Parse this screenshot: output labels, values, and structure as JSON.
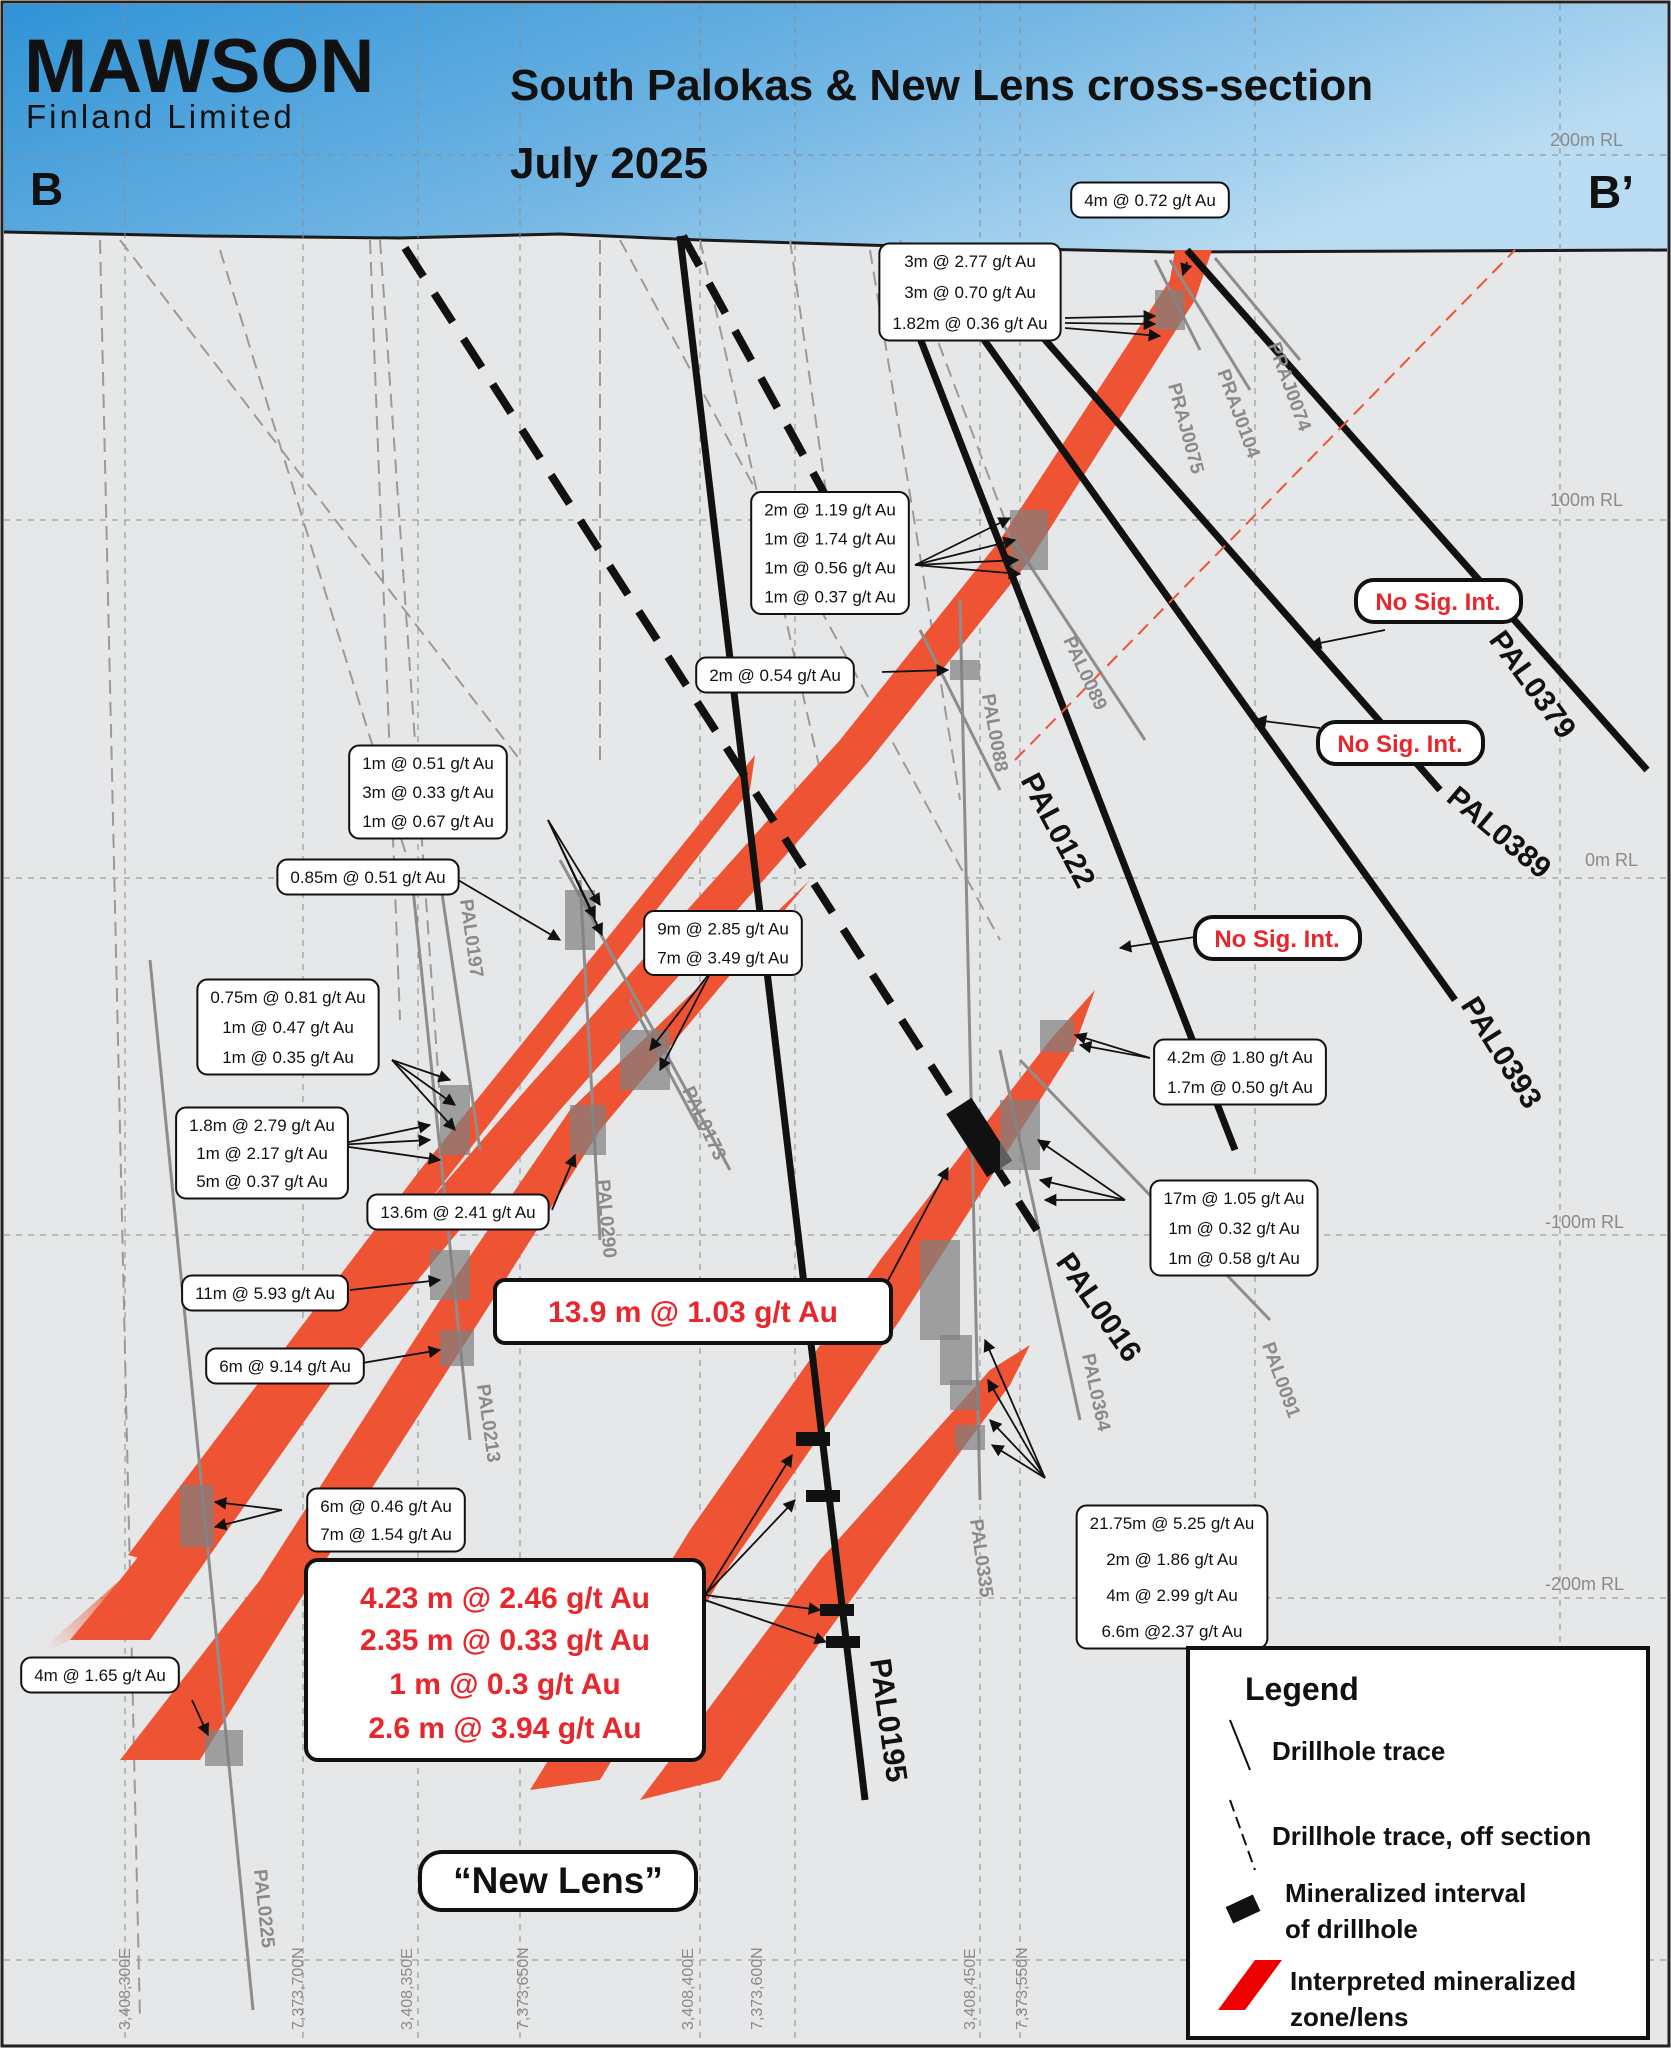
{
  "header": {
    "company_main": "MAWSON",
    "company_sub": "Finland Limited",
    "title_line1": "South Palokas & New Lens cross-section",
    "title_line2": "July 2025",
    "section_start": "B",
    "section_end": "B’"
  },
  "rl_labels": [
    "200m RL",
    "100m RL",
    "0m RL",
    "-100m RL",
    "-200m RL"
  ],
  "coordinates": [
    "3,408,300E",
    "7,373,700N",
    "3,408,350E",
    "7,373,650N",
    "3,408,400E",
    "7,373,600N",
    "3,408,450E",
    "7,373,550N"
  ],
  "drillholes_main": [
    "PAL0379",
    "PAL0389",
    "PAL0393",
    "PAL0122",
    "PAL0016",
    "PAL0195"
  ],
  "drillholes_minor": [
    "PRAJ0074",
    "PRAJ0104",
    "PRAJ0075",
    "PAL0089",
    "PAL0088",
    "PAL0197",
    "PAL0173",
    "PAL0290",
    "PAL0213",
    "PAL0364",
    "PAL0091",
    "PAL0335",
    "PAL0225"
  ],
  "no_sig": "No Sig. Int.",
  "intercepts": {
    "b_top": [
      "4m @ 0.72 g/t Au"
    ],
    "b_praj": [
      "3m @ 2.77 g/t Au",
      "3m @ 0.70 g/t Au",
      "1.82m @ 0.36 g/t Au"
    ],
    "b_upper": [
      "2m @ 1.19 g/t Au",
      "1m @ 1.74 g/t Au",
      "1m @ 0.56 g/t Au",
      "1m @ 0.37 g/t Au"
    ],
    "b_054": [
      "2m @ 0.54 g/t Au"
    ],
    "b_mid": [
      "1m @ 0.51 g/t Au",
      "3m @ 0.33 g/t Au",
      "1m @ 0.67 g/t Au"
    ],
    "b_085": [
      "0.85m @ 0.51 g/t Au"
    ],
    "b_173": [
      "9m @ 2.85 g/t Au",
      "7m @ 3.49 g/t Au"
    ],
    "b_075": [
      "0.75m @ 0.81 g/t Au",
      "1m @ 0.47 g/t Au",
      "1m @ 0.35 g/t Au"
    ],
    "b_18": [
      "1.8m @ 2.79 g/t Au",
      "1m @ 2.17 g/t Au",
      "5m @ 0.37 g/t Au"
    ],
    "b_42": [
      "4.2m @ 1.80 g/t Au",
      "1.7m @ 0.50 g/t Au"
    ],
    "b_136": [
      "13.6m @ 2.41 g/t Au"
    ],
    "b_17": [
      "17m @ 1.05 g/t Au",
      "1m @ 0.32 g/t Au",
      "1m @ 0.58 g/t Au"
    ],
    "b_11": [
      "11m @ 5.93 g/t Au"
    ],
    "b_6m": [
      "6m @ 9.14 g/t Au"
    ],
    "b_pal0016": [
      "13.9 m @ 1.03 g/t Au"
    ],
    "b_046": [
      "6m @ 0.46 g/t Au",
      "7m @ 1.54 g/t Au"
    ],
    "b_2175": [
      "21.75m @ 5.25 g/t Au",
      "2m @ 1.86 g/t Au",
      "4m @ 2.99 g/t Au",
      "6.6m @2.37 g/t Au"
    ],
    "b_165": [
      "4m @ 1.65 g/t Au"
    ],
    "b_pal0195": [
      "4.23 m @ 2.46 g/t Au",
      "2.35 m @ 0.33 g/t Au",
      "1 m @ 0.3 g/t Au",
      "2.6 m @ 3.94 g/t Au"
    ]
  },
  "new_lens": "“New Lens”",
  "legend": {
    "title": "Legend",
    "items": [
      "Drillhole trace",
      "Drillhole trace, off section",
      "Mineralized interval",
      "of drillhole",
      "Interpreted mineralized",
      "zone/lens"
    ]
  },
  "colors": {
    "ore": "#ee5434",
    "sky_top": "#a9d3ee",
    "sky_bottom": "#3d9ad8",
    "bg": "#e6e7e8",
    "highlight": "#e8262b"
  }
}
